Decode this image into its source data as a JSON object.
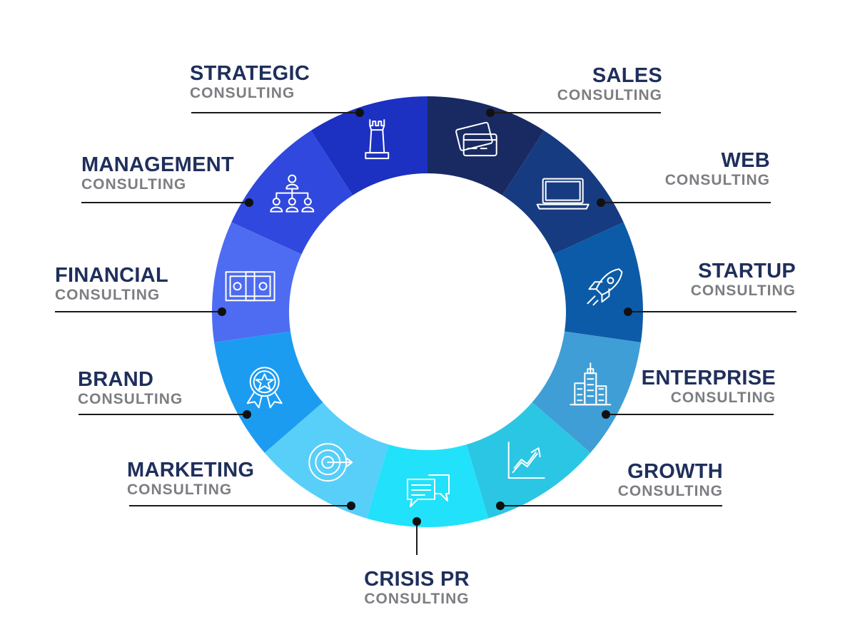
{
  "colors": {
    "title": "#1f2f5c",
    "sub": "#7c7e82",
    "line": "#1a1a1a",
    "dot": "#111111"
  },
  "segments": [
    {
      "name": "sales",
      "title": "SALES",
      "sub": "CONSULTING",
      "color": "#192a63",
      "icon": "credit-cards-icon"
    },
    {
      "name": "web",
      "title": "WEB",
      "sub": "CONSULTING",
      "color": "#173b80",
      "icon": "laptop-icon"
    },
    {
      "name": "startup",
      "title": "STARTUP",
      "sub": "CONSULTING",
      "color": "#0c5ba8",
      "icon": "rocket-icon"
    },
    {
      "name": "enterprise",
      "title": "ENTERPRISE",
      "sub": "CONSULTING",
      "color": "#409ed6",
      "icon": "buildings-icon"
    },
    {
      "name": "growth",
      "title": "GROWTH",
      "sub": "CONSULTING",
      "color": "#2bc6e4",
      "icon": "growth-chart-icon"
    },
    {
      "name": "crisis-pr",
      "title": "CRISIS PR",
      "sub": "CONSULTING",
      "color": "#22e1fa",
      "icon": "chat-bubbles-icon"
    },
    {
      "name": "marketing",
      "title": "MARKETING",
      "sub": "CONSULTING",
      "color": "#58cff8",
      "icon": "target-icon"
    },
    {
      "name": "brand",
      "title": "BRAND",
      "sub": "CONSULTING",
      "color": "#1c9cf1",
      "icon": "award-badge-icon"
    },
    {
      "name": "financial",
      "title": "FINANCIAL",
      "sub": "CONSULTING",
      "color": "#4e6cf1",
      "icon": "money-icon"
    },
    {
      "name": "management",
      "title": "MANAGEMENT",
      "sub": "CONSULTING",
      "color": "#3048de",
      "icon": "org-chart-icon"
    },
    {
      "name": "strategic",
      "title": "STRATEGIC",
      "sub": "CONSULTING",
      "color": "#1c31c1",
      "icon": "chess-rook-icon"
    }
  ]
}
